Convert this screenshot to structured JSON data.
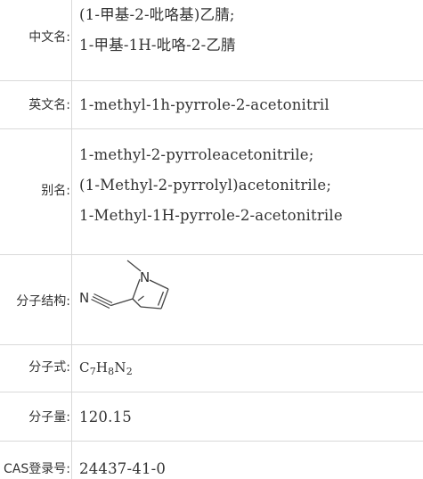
{
  "rows": {
    "chinese_name": {
      "label": "中文名",
      "colon": ":",
      "lines": [
        "(1-甲基-2-吡咯基)乙腈;",
        "1-甲基-1H-吡咯-2-乙腈"
      ]
    },
    "english_name": {
      "label": "英文名",
      "colon": ":",
      "lines": [
        "1-methyl-1h-pyrrole-2-acetonitril"
      ]
    },
    "aliases": {
      "label": "别名",
      "colon": ":",
      "lines": [
        "1-methyl-2-pyrroleacetonitrile;",
        "(1-Methyl-2-pyrrolyl)acetonitrile;",
        "1-Methyl-1H-pyrrole-2-acetonitrile"
      ]
    },
    "structure": {
      "label": "分子结构",
      "colon": ":",
      "atoms": {
        "nitrile_n": "N",
        "ring_n": "N"
      }
    },
    "formula": {
      "label": "分子式",
      "colon": ":",
      "parts": [
        {
          "sym": "C",
          "sub": "7"
        },
        {
          "sym": "H",
          "sub": "8"
        },
        {
          "sym": "N",
          "sub": "2"
        }
      ]
    },
    "weight": {
      "label": "分子量",
      "colon": ":",
      "value": "120.15"
    },
    "cas": {
      "label": "CAS登录号",
      "colon": ":",
      "value": "24437-41-0"
    }
  }
}
